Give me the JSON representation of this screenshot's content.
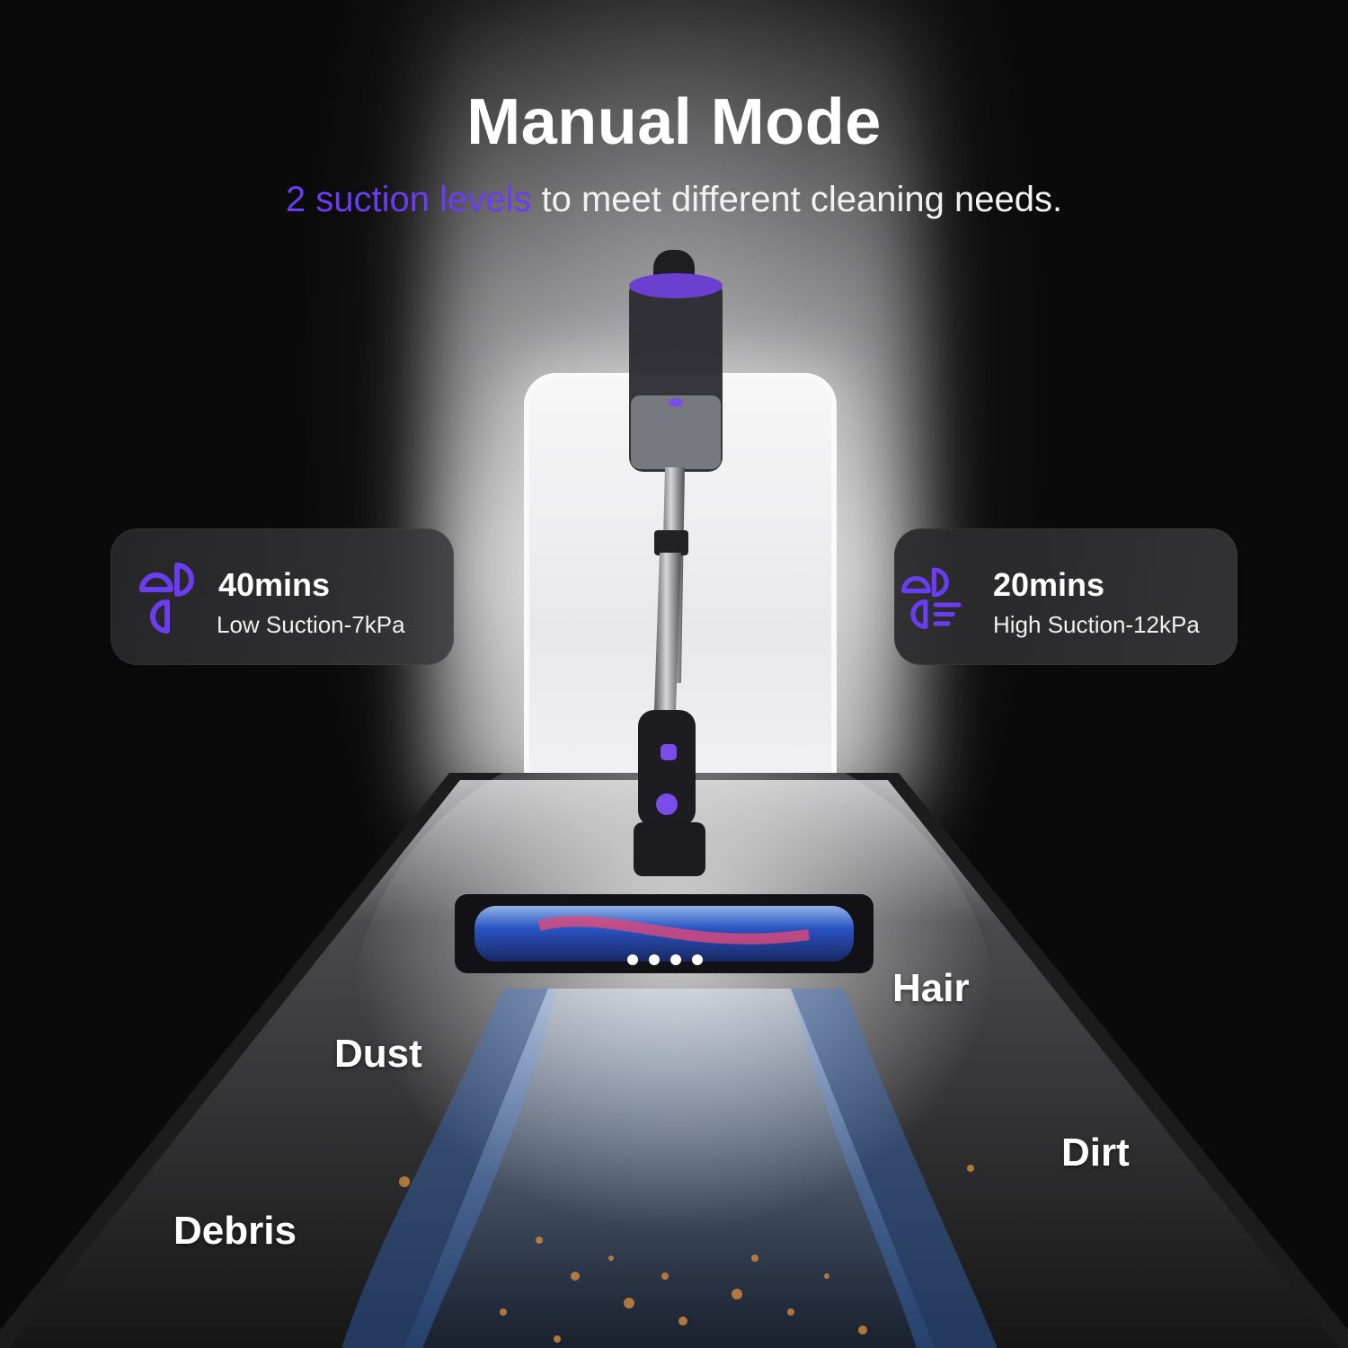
{
  "header": {
    "title": "Manual Mode",
    "subtitle_accent": "2 suction levels",
    "subtitle_rest": " to meet different cleaning needs."
  },
  "modes": [
    {
      "icon": "fan-low-icon",
      "runtime": "40mins",
      "description": "Low Suction-7kPa"
    },
    {
      "icon": "fan-high-icon",
      "runtime": "20mins",
      "description": "High Suction-12kPa"
    }
  ],
  "debris_labels": {
    "hair": "Hair",
    "dust": "Dust",
    "dirt": "Dirt",
    "debris": "Debris"
  },
  "colors": {
    "accent": "#6a3df0",
    "background": "#0b0b0c",
    "card": "#2c2c2e",
    "text": "#ffffff"
  }
}
